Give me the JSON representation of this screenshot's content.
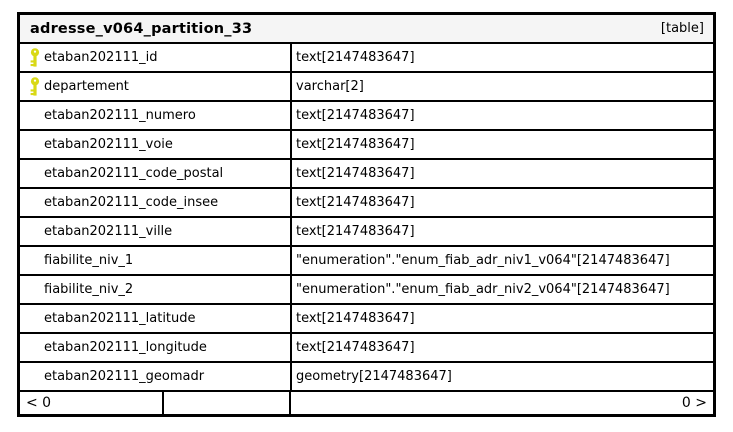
{
  "table": {
    "title": "adresse_v064_partition_33",
    "type_badge": "[table]",
    "columns": [
      {
        "name": "etaban202111_id",
        "type": "text[2147483647]",
        "pk": true
      },
      {
        "name": "departement",
        "type": "varchar[2]",
        "pk": true
      },
      {
        "name": "etaban202111_numero",
        "type": "text[2147483647]",
        "pk": false
      },
      {
        "name": "etaban202111_voie",
        "type": "text[2147483647]",
        "pk": false
      },
      {
        "name": "etaban202111_code_postal",
        "type": "text[2147483647]",
        "pk": false
      },
      {
        "name": "etaban202111_code_insee",
        "type": "text[2147483647]",
        "pk": false
      },
      {
        "name": "etaban202111_ville",
        "type": "text[2147483647]",
        "pk": false
      },
      {
        "name": "fiabilite_niv_1",
        "type": "\"enumeration\".\"enum_fiab_adr_niv1_v064\"[2147483647]",
        "pk": false
      },
      {
        "name": "fiabilite_niv_2",
        "type": "\"enumeration\".\"enum_fiab_adr_niv2_v064\"[2147483647]",
        "pk": false
      },
      {
        "name": "etaban202111_latitude",
        "type": "text[2147483647]",
        "pk": false
      },
      {
        "name": "etaban202111_longitude",
        "type": "text[2147483647]",
        "pk": false
      },
      {
        "name": "etaban202111_geomadr",
        "type": "geometry[2147483647]",
        "pk": false
      }
    ],
    "footer": {
      "incoming_count_label": "< 0",
      "outgoing_count_label": "0 >"
    }
  },
  "colors": {
    "key_icon": "#d9d916",
    "border": "#000000",
    "header_bg": "#f5f5f5",
    "row_bg": "#ffffff"
  },
  "icons": {
    "primary_key": "key-icon"
  }
}
